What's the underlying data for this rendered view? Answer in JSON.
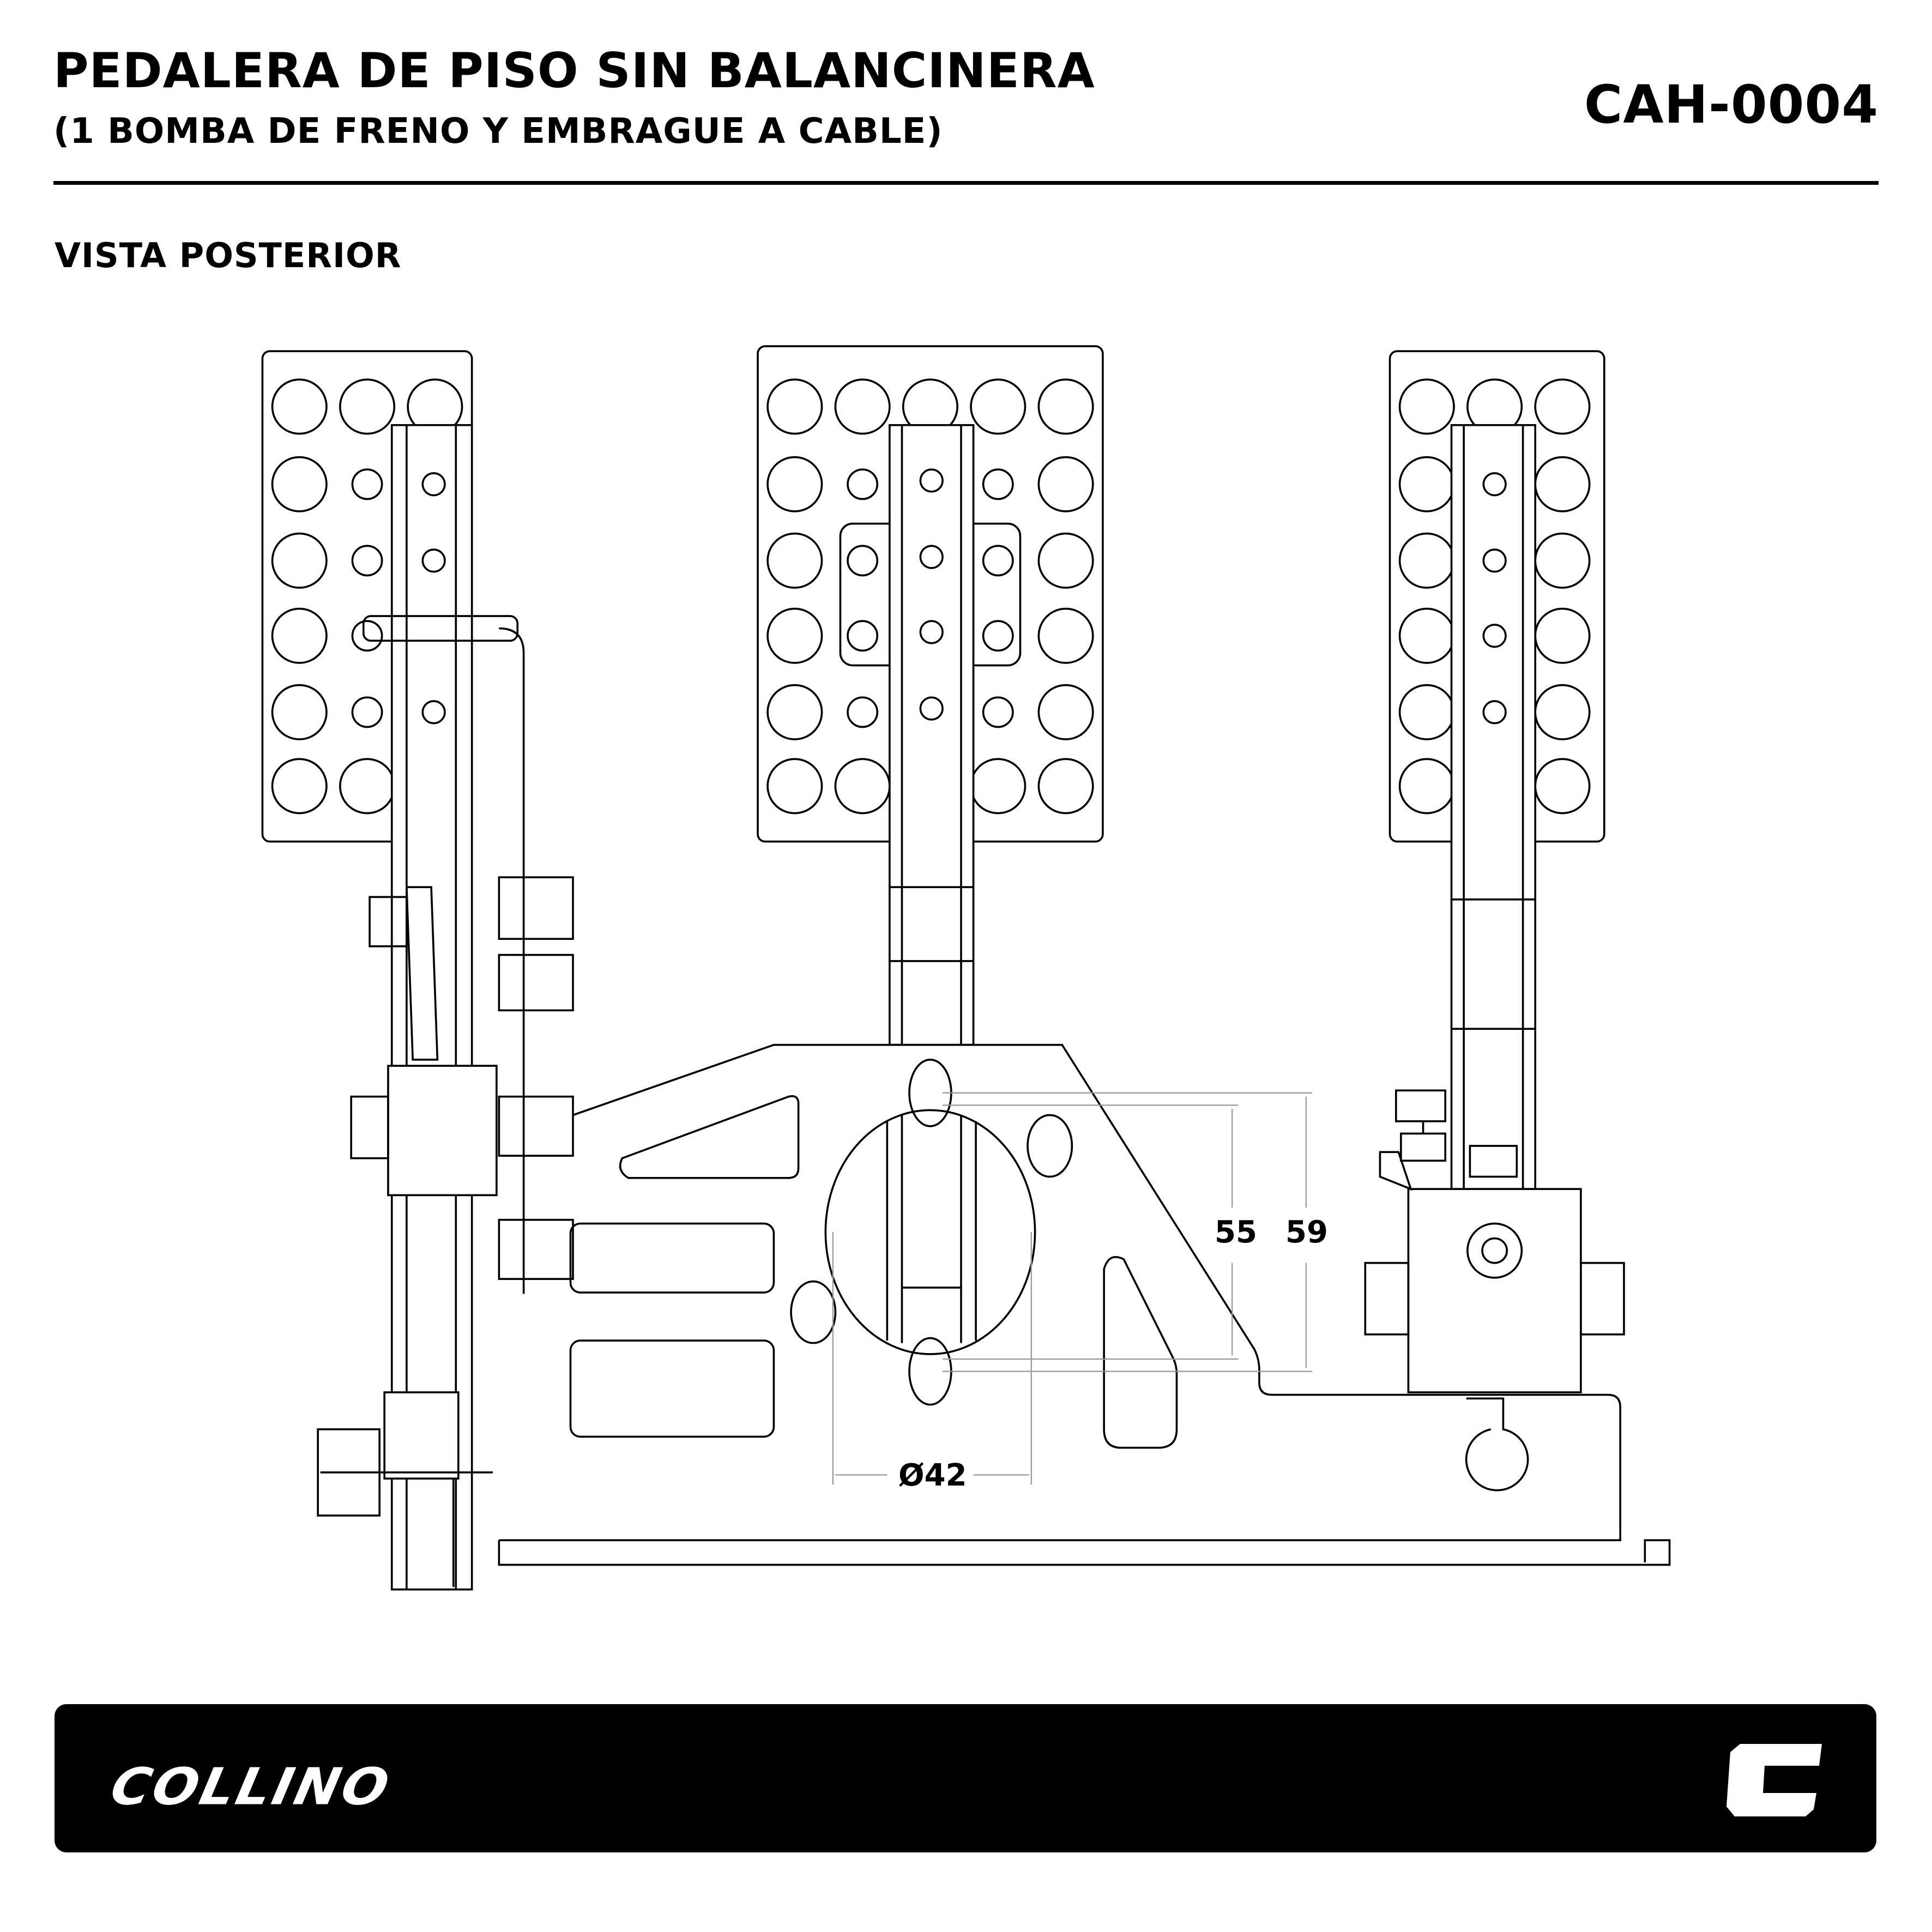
{
  "header": {
    "title": "PEDALERA DE PISO SIN BALANCINERA",
    "subtitle": "(1 BOMBA DE FRENO Y EMBRAGUE A CABLE)",
    "part_code": "CAH-0004"
  },
  "view_label": "VISTA POSTERIOR",
  "dimensions": {
    "height_inner": "55",
    "height_outer": "59",
    "diameter": "Ø42"
  },
  "footer": {
    "brand": "COLLINO",
    "logo_icon": "collino-c-mark"
  }
}
